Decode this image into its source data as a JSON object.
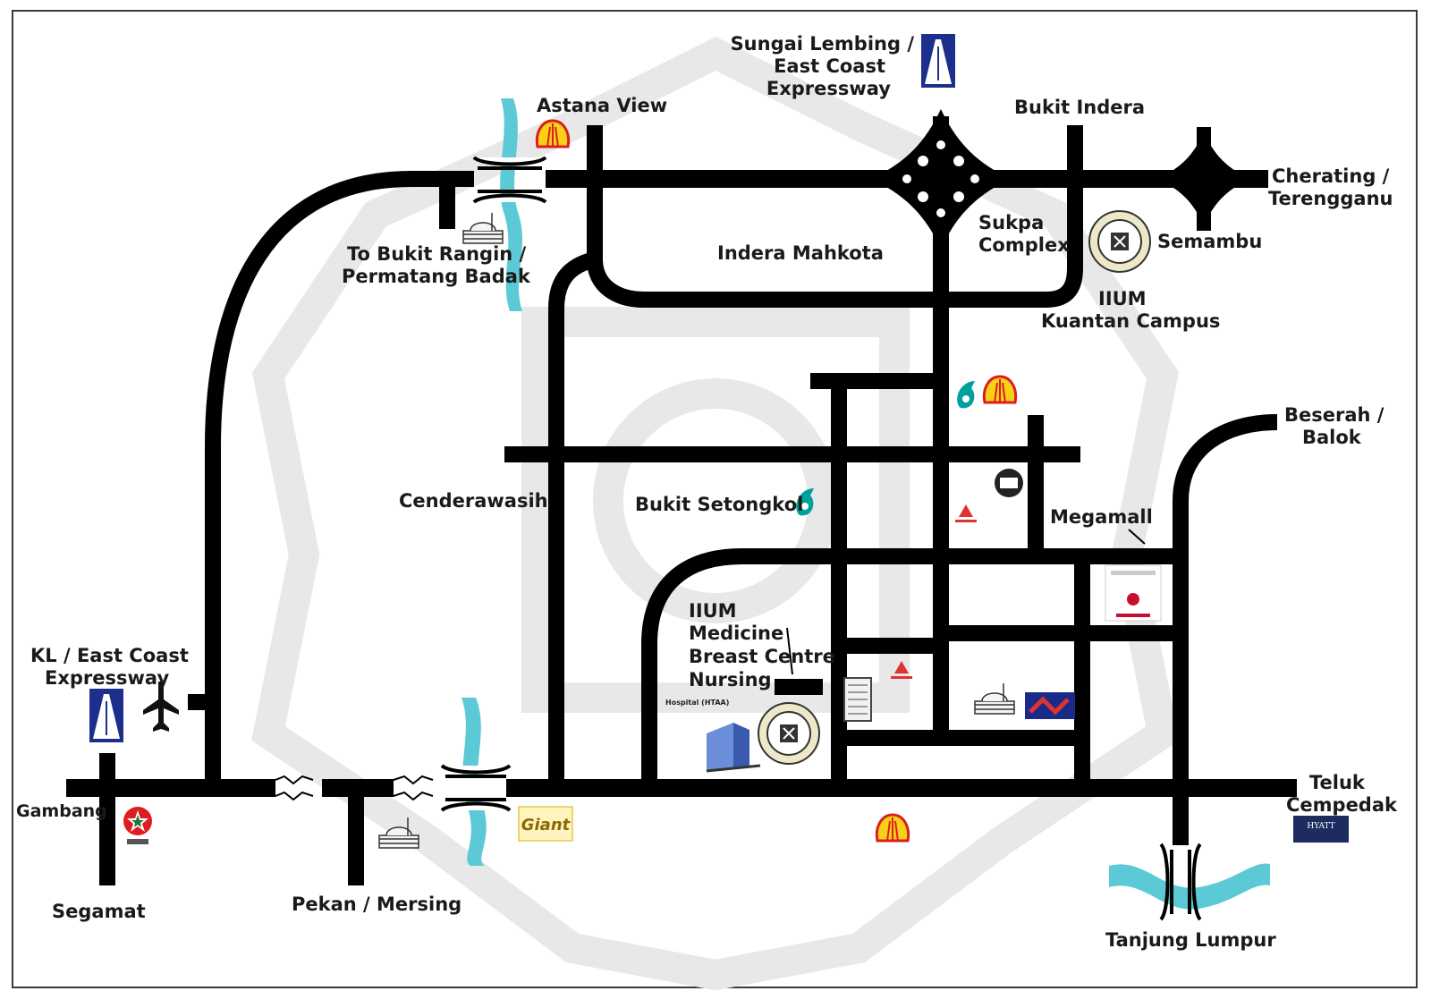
{
  "map": {
    "labels": {
      "sungai_lembing": [
        "Sungai Lembing /",
        "East Coast",
        "Expressway"
      ],
      "astana_view": "Astana View",
      "bukit_indera": "Bukit Indera",
      "cherating": [
        "Cherating /",
        "Terengganu"
      ],
      "to_bukit_rangin": [
        "To Bukit Rangin /",
        "Permatang Badak"
      ],
      "indera_mahkota": "Indera Mahkota",
      "sukpa_complex": [
        "Sukpa",
        "Complex"
      ],
      "semambu": "Semambu",
      "iium_kuantan": [
        "IIUM",
        "Kuantan Campus"
      ],
      "beserah": [
        "Beserah /",
        "Balok"
      ],
      "cenderawasih": "Cenderawasih",
      "bukit_setongkol": "Bukit Setongkol",
      "megamall": "Megamall",
      "iium_medicine": [
        "IIUM",
        "Medicine",
        "Breast Centre",
        "Nursing"
      ],
      "hospital_htaa": "Hospital (HTAA)",
      "kl_expressway": [
        "KL / East Coast",
        "Expressway"
      ],
      "gambang": "Gambang",
      "segamat": "Segamat",
      "pekan_mersing": "Pekan / Mersing",
      "teluk_cempedak": [
        "Teluk",
        "Cempedak"
      ],
      "tanjung_lumpur": "Tanjung Lumpur",
      "giant": "Giant",
      "hyatt": "HYATT"
    },
    "icons": {
      "shell": "shell-icon",
      "petronas": "petronas-icon",
      "caltex": "caltex-icon",
      "mosque": "mosque-icon",
      "airport": "airplane-icon",
      "expressway": "expressway-sign-icon",
      "iium_logo": "iium-logo-icon",
      "hospital": "hospital-building-icon"
    },
    "colors": {
      "road": "#000000",
      "river": "#5ccad6",
      "expressway_sign": "#1c2f8c",
      "shell_yellow": "#f7d117",
      "shell_red": "#dd1d21",
      "petronas_green": "#00a19c",
      "watermark": "#e6e6e6"
    }
  }
}
